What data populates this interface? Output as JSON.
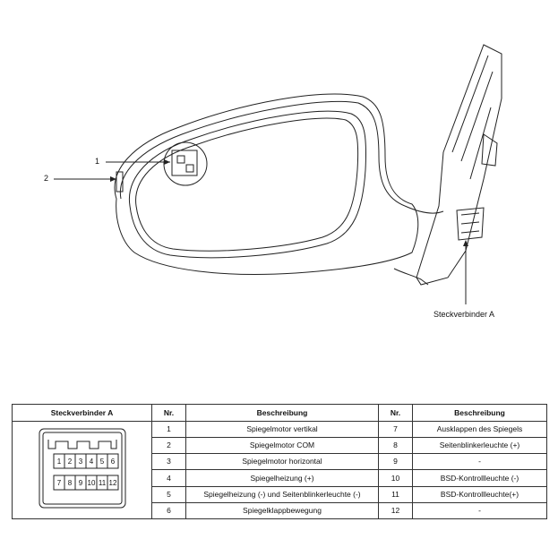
{
  "callouts": {
    "one": "1",
    "two": "2",
    "connector_label": "Steckverbinder A"
  },
  "table": {
    "headers": [
      "Steckverbinder A",
      "Nr.",
      "Beschreibung",
      "Nr.",
      "Beschreibung"
    ],
    "rows": [
      {
        "n1": "1",
        "d1": "Spiegelmotor vertikal",
        "n2": "7",
        "d2": "Ausklappen des Spiegels"
      },
      {
        "n1": "2",
        "d1": "Spiegelmotor COM",
        "n2": "8",
        "d2": "Seitenblinkerleuchte (+)"
      },
      {
        "n1": "3",
        "d1": "Spiegelmotor horizontal",
        "n2": "9",
        "d2": "-"
      },
      {
        "n1": "4",
        "d1": "Spiegelheizung (+)",
        "n2": "10",
        "d2": "BSD-Kontrollleuchte (-)"
      },
      {
        "n1": "5",
        "d1": "Spiegelheizung (-) und Seitenblinkerleuchte (-)",
        "n2": "11",
        "d2": "BSD-Kontrollleuchte(+)"
      },
      {
        "n1": "6",
        "d1": "Spiegelklappbewegung",
        "n2": "12",
        "d2": "-"
      }
    ],
    "connector_pins_top": [
      "1",
      "2",
      "3",
      "4",
      "5",
      "6"
    ],
    "connector_pins_bottom": [
      "7",
      "8",
      "9",
      "10",
      "11",
      "12"
    ]
  }
}
